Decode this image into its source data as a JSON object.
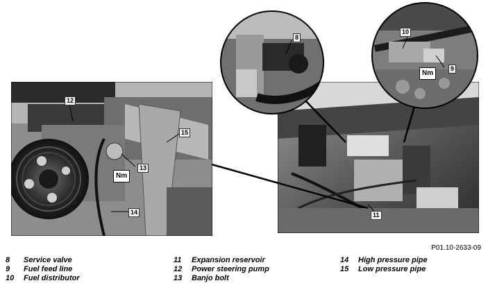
{
  "callouts": {
    "c8": "8",
    "c9": "9",
    "c10": "10",
    "c11": "11",
    "c12": "12",
    "c13": "13",
    "c14": "14",
    "c15": "15"
  },
  "torque_badges": {
    "left": "Nm",
    "right": "Nm"
  },
  "figure_ref": "P01.10-2633-09",
  "legend": [
    {
      "num": "8",
      "text": "Service valve"
    },
    {
      "num": "9",
      "text": "Fuel feed line"
    },
    {
      "num": "10",
      "text": "Fuel distributor"
    },
    {
      "num": "11",
      "text": "Expansion reservoir"
    },
    {
      "num": "12",
      "text": "Power steering pump"
    },
    {
      "num": "13",
      "text": "Banjo bolt"
    },
    {
      "num": "14",
      "text": "High pressure pipe"
    },
    {
      "num": "15",
      "text": "Low pressure pipe"
    }
  ]
}
